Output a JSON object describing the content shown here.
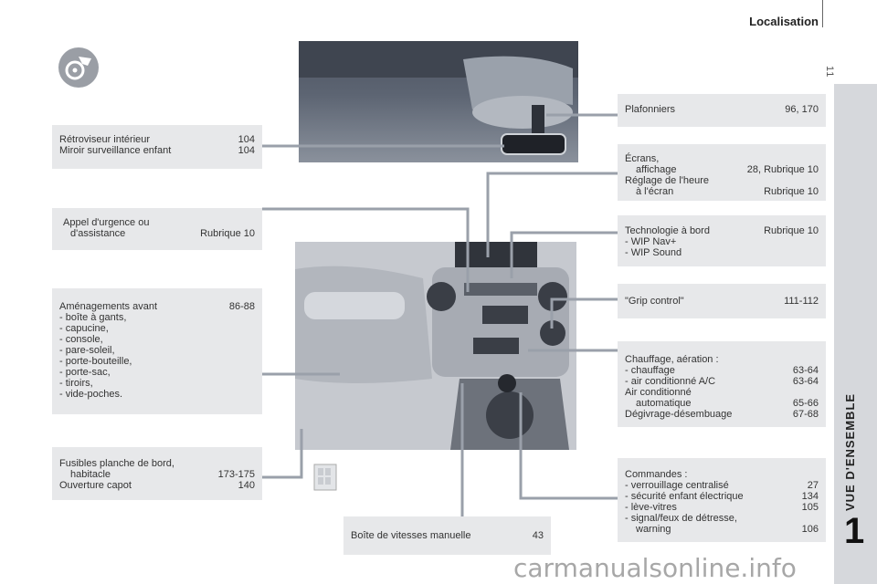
{
  "header": {
    "title": "Localisation",
    "page_number": "11"
  },
  "sidebar": {
    "label": "VUE D'ENSEMBLE",
    "chapter": "1"
  },
  "left_boxes": {
    "mirror": {
      "rows": [
        {
          "label": "Rétroviseur intérieur",
          "page": "104"
        },
        {
          "label": "Miroir surveillance enfant",
          "page": "104"
        }
      ]
    },
    "emergency": {
      "line1": "Appel d'urgence ou",
      "line2_label": "d'assistance",
      "line2_page": "Rubrique 10"
    },
    "front": {
      "title": "Aménagements avant",
      "title_page": "86-88",
      "items": [
        "- boîte à gants,",
        "- capucine,",
        "- console,",
        "- pare-soleil,",
        "- porte-bouteille,",
        "- porte-sac,",
        "- tiroirs,",
        "- vide-poches."
      ]
    },
    "fuses": {
      "line1": "Fusibles planche de bord,",
      "line2_label": "habitacle",
      "line2_page": "173-175",
      "line3_label": "Ouverture capot",
      "line3_page": "140"
    }
  },
  "right_boxes": {
    "ceiling": {
      "label": "Plafonniers",
      "page": "96, 170"
    },
    "screens": {
      "line1": "Écrans,",
      "line2_label": "affichage",
      "line2_page": "28, Rubrique 10",
      "line3": "Réglage de l'heure",
      "line4_label": "à l'écran",
      "line4_page": "Rubrique 10"
    },
    "tech": {
      "title": "Technologie à bord",
      "title_page": "Rubrique 10",
      "items": [
        "- WIP Nav+",
        "- WIP Sound"
      ]
    },
    "grip": {
      "label": "\"Grip control\"",
      "page": "111-112"
    },
    "heating": {
      "title": "Chauffage, aération :",
      "row1_label": "- chauffage",
      "row1_page": "63-64",
      "row2_label": "- air conditionné A/C",
      "row2_page": "63-64",
      "row3": "Air conditionné",
      "row4_label": "automatique",
      "row4_page": "65-66",
      "row5_label": "Dégivrage-désembuage",
      "row5_page": "67-68"
    },
    "controls": {
      "title": "Commandes :",
      "row1_label": "- verrouillage centralisé",
      "row1_page": "27",
      "row2_label": "- sécurité enfant électrique",
      "row2_page": "134",
      "row3_label": "- lève-vitres",
      "row3_page": "105",
      "row4": "- signal/feux de détresse,",
      "row5_label": "warning",
      "row5_page": "106"
    }
  },
  "bottom_box": {
    "label": "Boîte de vitesses manuelle",
    "page": "43"
  },
  "watermark": "carmanualsonline.info",
  "colors": {
    "box_bg": "#e7e8ea",
    "leader_line": "#9aa0aa",
    "sidebar_bg": "#d6d8dc"
  }
}
